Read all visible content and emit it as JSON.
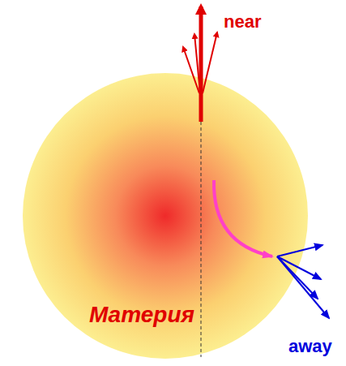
{
  "diagram": {
    "nodes": [
      {
        "text": [
          "Материя"
        ]
      }
    ],
    "labels": [
      "near",
      "away"
    ]
  }
}
